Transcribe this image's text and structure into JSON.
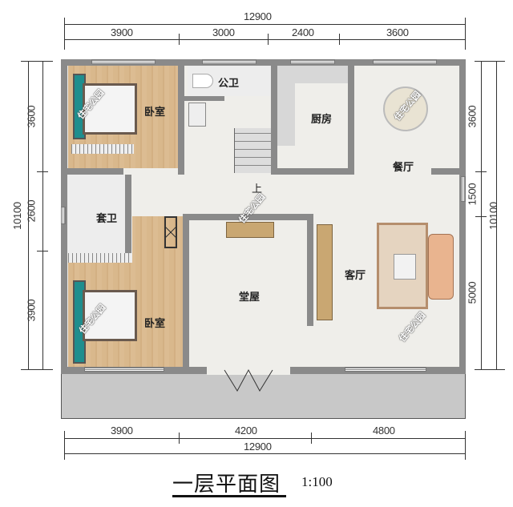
{
  "title": "一层平面图",
  "scale": "1:100",
  "dimensions": {
    "top_total": "12900",
    "top_segments": [
      "3900",
      "3000",
      "2400",
      "3600"
    ],
    "bottom_total": "12900",
    "bottom_segments": [
      "3900",
      "4200",
      "4800"
    ],
    "left_total": "10100",
    "left_segments": [
      "3600",
      "2600",
      "3900"
    ],
    "right_total": "10100",
    "right_segments": [
      "3600",
      "1500",
      "5000"
    ]
  },
  "rooms": {
    "bedroom_top": "卧室",
    "public_bath": "公卫",
    "kitchen": "厨房",
    "dining": "餐厅",
    "suite_bath": "套卫",
    "bedroom_bottom": "卧室",
    "hall": "堂屋",
    "living": "客厅"
  },
  "stairs_label": "上",
  "watermark": "住宅公园",
  "colors": {
    "wall": "#8a8a8a",
    "wood_floor": "#d9b88c",
    "tile_floor": "#efeeea",
    "porch": "#c8c8c8"
  }
}
